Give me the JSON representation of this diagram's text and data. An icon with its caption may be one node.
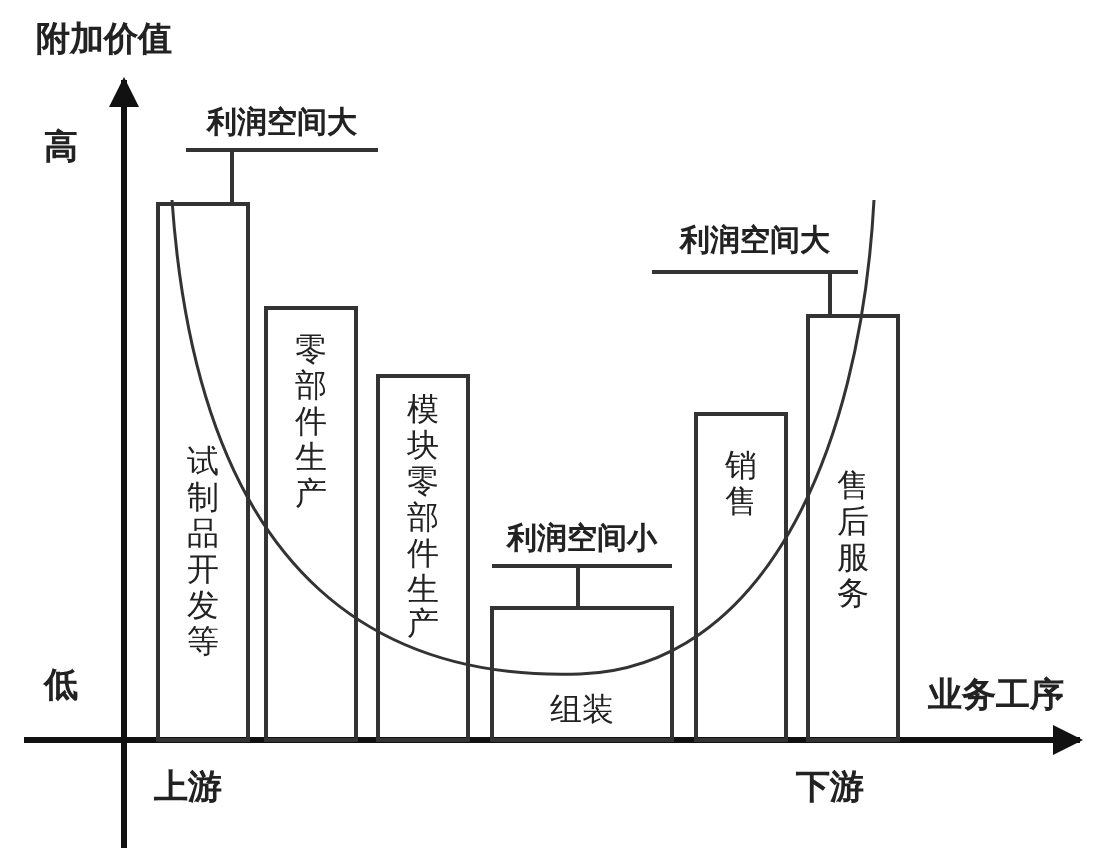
{
  "diagram": {
    "nodes": [
      {
        "text": [
          "试制品开发等"
        ]
      },
      {
        "text": [
          "零部件生产"
        ]
      },
      {
        "text": [
          "模块零部件生产"
        ]
      },
      {
        "text": [
          "组装"
        ]
      },
      {
        "text": [
          "销售"
        ]
      },
      {
        "text": [
          "售后服务"
        ]
      },
      {
        "text": [
          "利润空间大"
        ]
      },
      {
        "text": [
          "利润空间小"
        ]
      },
      {
        "text": [
          "利润空间大"
        ]
      }
    ],
    "edges": [
      {
        "from": 6,
        "to": 0,
        "arrow": "none"
      },
      {
        "from": 7,
        "to": 3,
        "arrow": "none"
      },
      {
        "from": 8,
        "to": 5,
        "arrow": "none"
      }
    ],
    "labels": [
      "附加价值",
      "高",
      "低",
      "业务工序",
      "上游",
      "下游"
    ]
  }
}
